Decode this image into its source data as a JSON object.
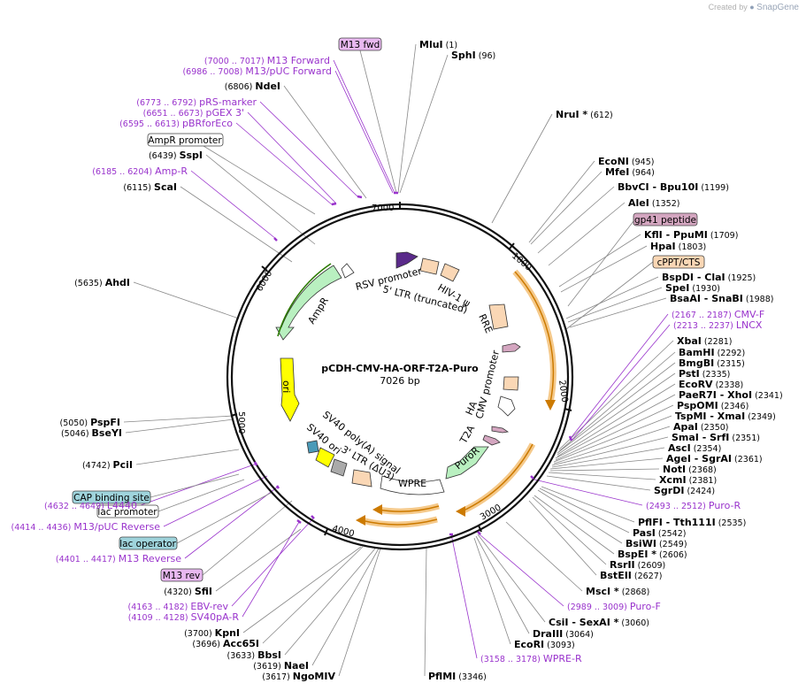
{
  "credit": {
    "prefix": "Created by",
    "brand": "SnapGene"
  },
  "plasmid": {
    "name": "pCDH-CMV-HA-ORF-T2A-Puro",
    "length": "7026 bp"
  },
  "ticks": [
    "1000",
    "2000",
    "3000",
    "4000",
    "5000",
    "6000",
    "7000"
  ],
  "map_features": [
    "RSV promoter",
    "5' LTR (truncated)",
    "HIV-1 ψ",
    "RRE",
    "CMV promoter",
    "HA",
    "T2A",
    "PuroR",
    "WPRE",
    "3' LTR (ΔU3)",
    "SV40 poly(A) signal",
    "SV40 ori",
    "ori",
    "AmpR"
  ],
  "boxed": [
    "M13 fwd",
    "AmpR promoter",
    "gp41 peptide",
    "cPPT/CTS",
    "CAP binding site",
    "lac promoter",
    "lac operator",
    "M13 rev"
  ],
  "sites": [
    {
      "id": "mlui",
      "name": "MluI",
      "num": "(1)"
    },
    {
      "id": "sphi",
      "name": "SphI",
      "num": "(96)"
    },
    {
      "id": "nrui",
      "name": "NruI *",
      "num": "(612)"
    },
    {
      "id": "econi",
      "name": "EcoNI",
      "num": "(945)"
    },
    {
      "id": "mfei",
      "name": "MfeI",
      "num": "(964)"
    },
    {
      "id": "bbvci",
      "name": "BbvCI",
      "name2": "- Bpu10I",
      "num": "(1199)"
    },
    {
      "id": "alei",
      "name": "AleI",
      "num": "(1352)"
    },
    {
      "id": "kfli",
      "name": "KflI",
      "name2": "- PpuMI",
      "num": "(1709)"
    },
    {
      "id": "hpai",
      "name": "HpaI",
      "num": "(1803)"
    },
    {
      "id": "bspdi",
      "name": "BspDI",
      "name2": "- ClaI",
      "num": "(1925)"
    },
    {
      "id": "spei",
      "name": "SpeI",
      "num": "(1930)"
    },
    {
      "id": "bsaai",
      "name": "BsaAI",
      "name2": "- SnaBI",
      "num": "(1988)"
    },
    {
      "id": "xbai",
      "name": "XbaI",
      "num": "(2281)"
    },
    {
      "id": "bamhi",
      "name": "BamHI",
      "num": "(2292)"
    },
    {
      "id": "bmgbi",
      "name": "BmgBI",
      "num": "(2315)"
    },
    {
      "id": "psti",
      "name": "PstI",
      "num": "(2335)"
    },
    {
      "id": "ecorv",
      "name": "EcoRV",
      "num": "(2338)"
    },
    {
      "id": "paer7i",
      "name": "PaeR7I",
      "name2": "- XhoI",
      "num": "(2341)"
    },
    {
      "id": "pspomi",
      "name": "PspOMI",
      "num": "(2346)"
    },
    {
      "id": "tspmi",
      "name": "TspMI",
      "name2": "- XmaI",
      "num": "(2349)"
    },
    {
      "id": "apai",
      "name": "ApaI",
      "num": "(2350)"
    },
    {
      "id": "smai",
      "name": "SmaI",
      "name2": "- SrfI",
      "num": "(2351)"
    },
    {
      "id": "asci",
      "name": "AscI",
      "num": "(2354)"
    },
    {
      "id": "agei",
      "name": "AgeI",
      "name2": "- SgrAI",
      "num": "(2361)"
    },
    {
      "id": "noti",
      "name": "NotI",
      "num": "(2368)"
    },
    {
      "id": "xcmi",
      "name": "XcmI",
      "num": "(2381)"
    },
    {
      "id": "sgrdi",
      "name": "SgrDI",
      "num": "(2424)"
    },
    {
      "id": "pflfi",
      "name": "PflFI",
      "name2": "- Tth111I",
      "num": "(2535)"
    },
    {
      "id": "pasi",
      "name": "PasI",
      "num": "(2542)"
    },
    {
      "id": "bsiwi",
      "name": "BsiWI",
      "num": "(2549)"
    },
    {
      "id": "bspei",
      "name": "BspEI *",
      "num": "(2606)"
    },
    {
      "id": "rsrii",
      "name": "RsrII",
      "num": "(2609)"
    },
    {
      "id": "bsteii",
      "name": "BstEII",
      "num": "(2627)"
    },
    {
      "id": "msci",
      "name": "MscI *",
      "num": "(2868)"
    },
    {
      "id": "csii",
      "name": "CsiI",
      "name2": "- SexAI *",
      "num": "(3060)"
    },
    {
      "id": "draiii",
      "name": "DraIII",
      "num": "(3064)"
    },
    {
      "id": "ecori",
      "name": "EcoRI",
      "num": "(3093)"
    },
    {
      "id": "pflmi",
      "name": "PflMI",
      "num": "(3346)"
    },
    {
      "id": "ngomiv",
      "name": "NgoMIV",
      "num": "(3617)"
    },
    {
      "id": "naei",
      "name": "NaeI",
      "num": "(3619)"
    },
    {
      "id": "bbsi",
      "name": "BbsI",
      "num": "(3633)"
    },
    {
      "id": "acc65i",
      "name": "Acc65I",
      "num": "(3696)"
    },
    {
      "id": "kpni",
      "name": "KpnI",
      "num": "(3700)"
    },
    {
      "id": "sfii",
      "name": "SfiI",
      "num": "(4320)"
    },
    {
      "id": "pcii",
      "name": "PciI",
      "num": "(4742)"
    },
    {
      "id": "bseyi",
      "name": "BseYI",
      "num": "(5046)"
    },
    {
      "id": "pspfi",
      "name": "PspFI",
      "num": "(5050)"
    },
    {
      "id": "ahdi",
      "name": "AhdI",
      "num": "(5635)"
    },
    {
      "id": "scai",
      "name": "ScaI",
      "num": "(6115)"
    },
    {
      "id": "sspi",
      "name": "SspI",
      "num": "(6439)"
    },
    {
      "id": "ndei",
      "name": "NdeI",
      "num": "(6806)"
    }
  ],
  "primers": [
    {
      "id": "m13forward",
      "name": "M13 Forward",
      "num": "(7000 .. 7017)"
    },
    {
      "id": "m13puc_fwd",
      "name": "M13/pUC Forward",
      "num": "(6986 .. 7008)"
    },
    {
      "id": "prsmarker",
      "name": "pRS-marker",
      "num": "(6773 .. 6792)"
    },
    {
      "id": "pgex3",
      "name": "pGEX 3'",
      "num": "(6651 .. 6673)"
    },
    {
      "id": "pbrforeco",
      "name": "pBRforEco",
      "num": "(6595 .. 6613)"
    },
    {
      "id": "ampr_p",
      "name": "Amp-R",
      "num": "(6185 .. 6204)"
    },
    {
      "id": "cmvf",
      "name": "CMV-F",
      "num": "(2167 .. 2187)"
    },
    {
      "id": "lncx",
      "name": "LNCX",
      "num": "(2213 .. 2237)"
    },
    {
      "id": "puror_p",
      "name": "Puro-R",
      "num": "(2493 .. 2512)"
    },
    {
      "id": "purof",
      "name": "Puro-F",
      "num": "(2989 .. 3009)"
    },
    {
      "id": "wprer",
      "name": "WPRE-R",
      "num": "(3158 .. 3178)"
    },
    {
      "id": "ebvrev",
      "name": "EBV-rev",
      "num": "(4163 .. 4182)"
    },
    {
      "id": "sv40par",
      "name": "SV40pA-R",
      "num": "(4109 .. 4128)"
    },
    {
      "id": "m13reverse",
      "name": "M13 Reverse",
      "num": "(4401 .. 4417)"
    },
    {
      "id": "m13puc_rev",
      "name": "M13/pUC Reverse",
      "num": "(4414 .. 4436)"
    },
    {
      "id": "l4440",
      "name": "L4440",
      "num": "(4632 .. 4649)"
    }
  ]
}
